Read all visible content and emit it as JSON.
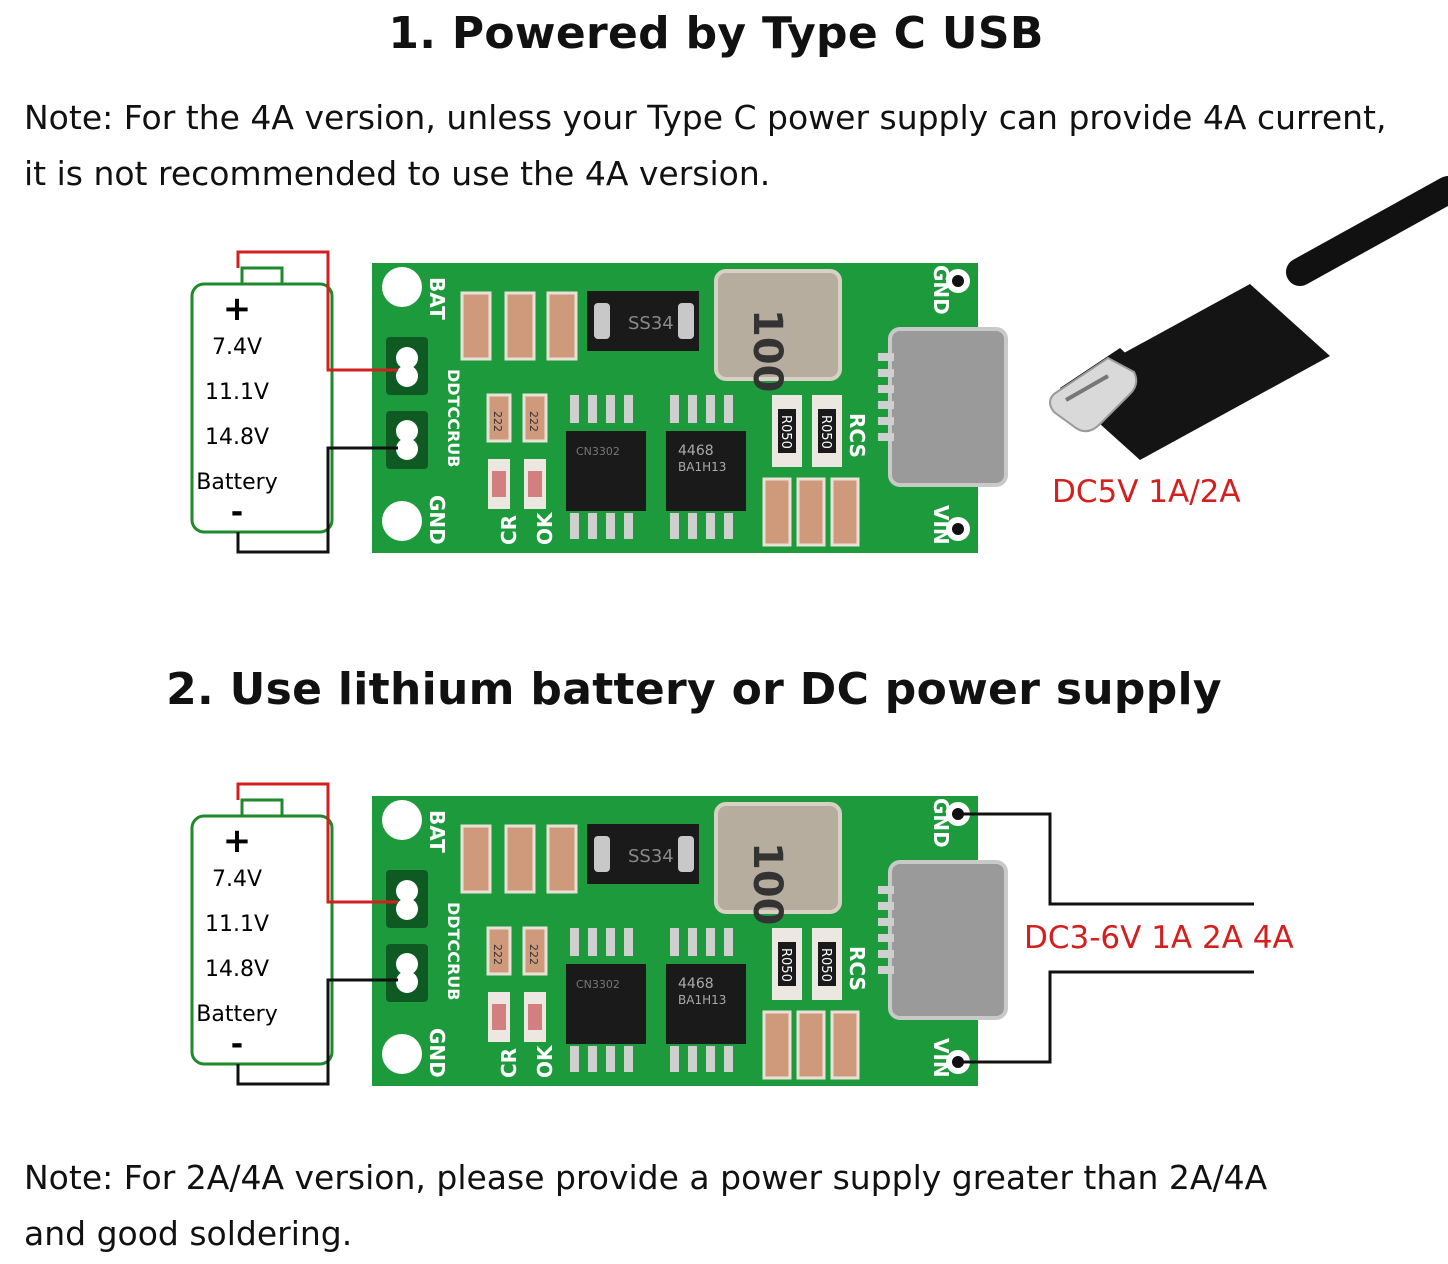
{
  "section1": {
    "title": "1. Powered by Type C USB",
    "note_line1": "Note: For the 4A version, unless your Type C power supply can provide 4A current,",
    "note_line2": "it is not recommended to use the 4A version.",
    "supply_label": "DC5V 1A/2A"
  },
  "section2": {
    "title": "2. Use lithium battery or DC power supply",
    "supply_label": "DC3-6V 1A 2A 4A",
    "note_line1": "Note: For 2A/4A version, please provide a power supply greater than 2A/4A",
    "note_line2": "and good soldering."
  },
  "battery": {
    "plus": "+",
    "voltages": [
      "7.4V",
      "11.1V",
      "14.8V"
    ],
    "label": "Battery",
    "minus": "-"
  },
  "board": {
    "bat": "BAT",
    "gnd_left": "GND",
    "brand": "DDTCCRUB",
    "cr": "CR",
    "ok": "OK",
    "rcs": "RCS",
    "gnd_right": "GND",
    "vin": "VIN",
    "diode": "SS34",
    "inductor": "100",
    "chip1": "CN3302",
    "chip2": "4468",
    "chip2_sub": "BA1H13",
    "resistor": "R050",
    "small_res": "222"
  },
  "colors": {
    "pcb": "#1c9a3c",
    "battery_outline": "#1f8a2c",
    "positive_wire": "#d41f1f",
    "label_red": "#d41f1f"
  }
}
